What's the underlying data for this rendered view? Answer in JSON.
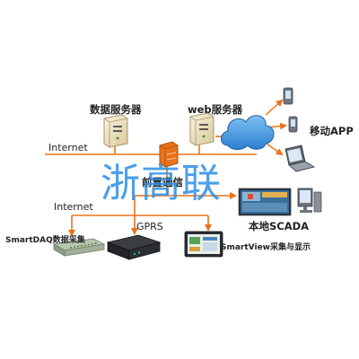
{
  "labels": {
    "data_server": "数据服务器",
    "web_server": "web服务器",
    "mobile_app": "移动APP",
    "internet_top": "Internet",
    "internet_left": "Internet",
    "front_comm": "前置通信",
    "local_scada": "本地SCADA",
    "gprs": "GPRS",
    "smartdaq": "SmartDAQ数据采集",
    "smartview": "SmartView采集与显示"
  },
  "watermark": "浙高联",
  "colors": {
    "line": "#e8731a",
    "cloud": "#3f8fd8",
    "watermark": "#2c8fe6",
    "firewall": "#e8731a"
  },
  "icons": [
    "server-icon",
    "firewall-icon",
    "cloud-icon",
    "phone-icon",
    "laptop-icon",
    "monitor-icon",
    "daq-device-icon",
    "gateway-device-icon",
    "hmi-panel-icon",
    "scada-screen-icon"
  ]
}
